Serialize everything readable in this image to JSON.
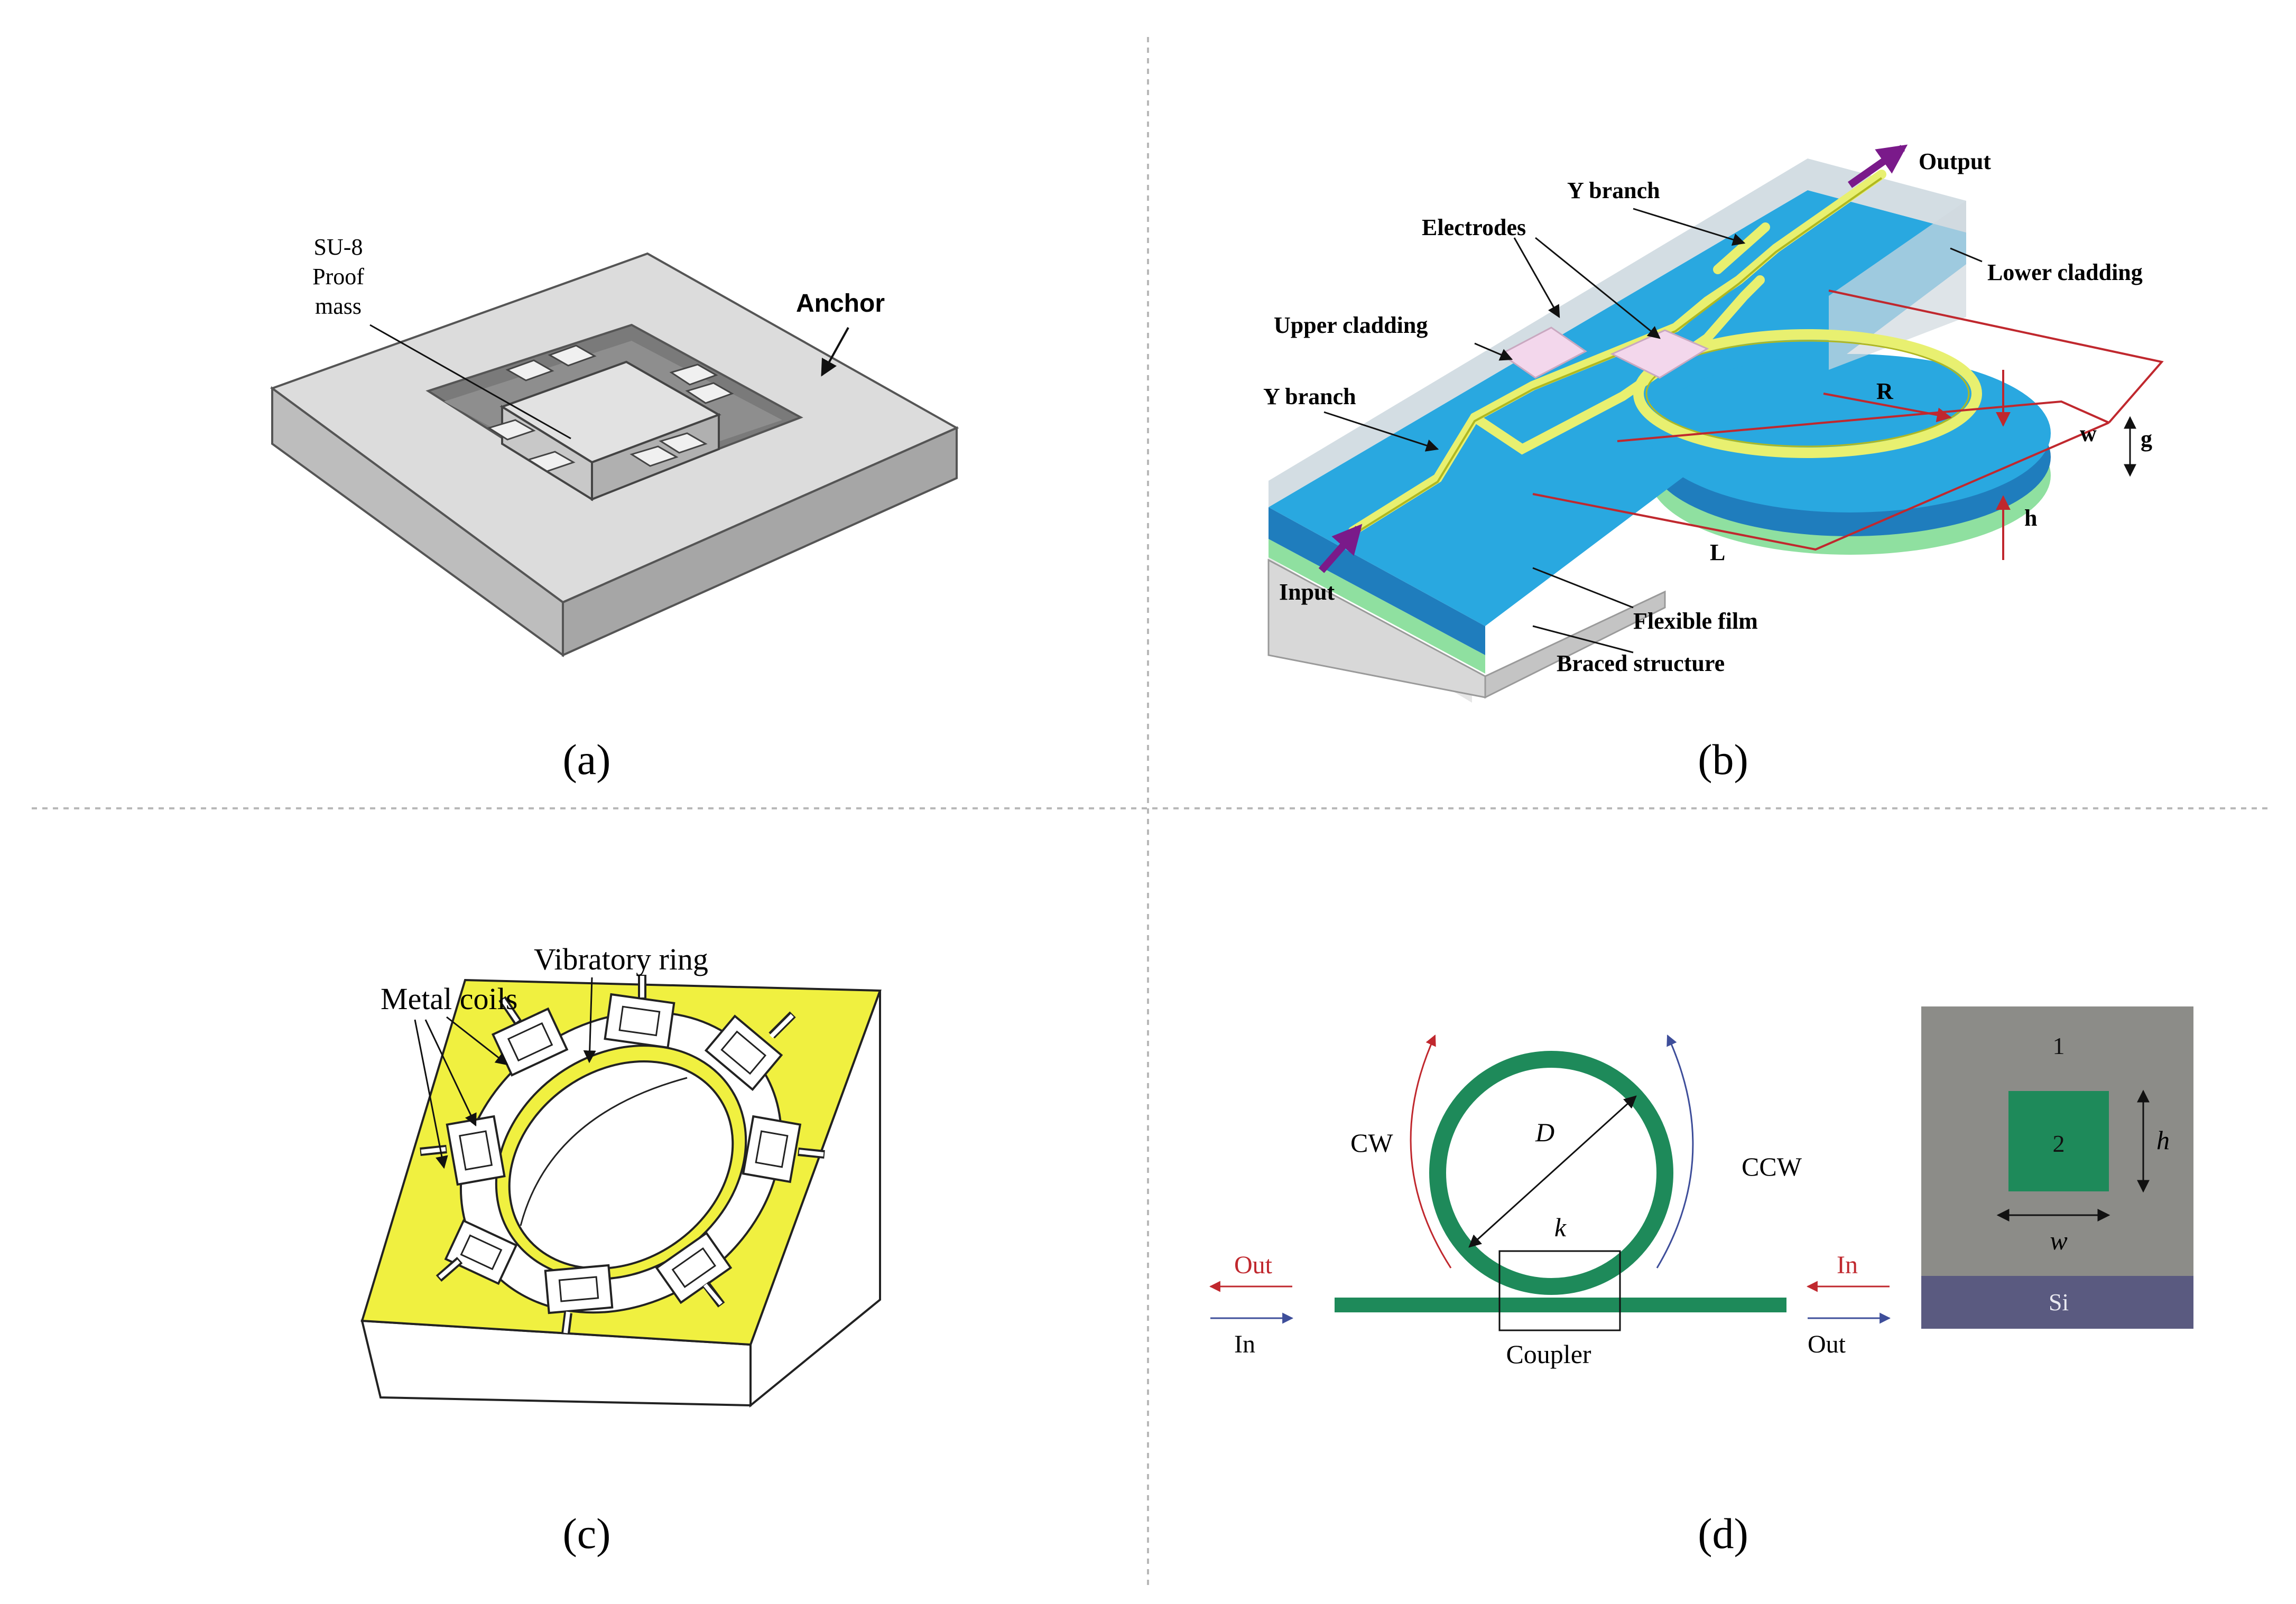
{
  "panels": {
    "a": {
      "caption": "(a)",
      "proof_mass_label": [
        "SU-8",
        "Proof",
        "mass"
      ],
      "anchor_label": "Anchor"
    },
    "b": {
      "caption": "(b)",
      "output": "Output",
      "y_branch_top": "Y branch",
      "electrodes": "Electrodes",
      "lower_cladding": "Lower cladding",
      "upper_cladding": "Upper cladding",
      "y_branch_left": "Y branch",
      "r": "R",
      "w": "w",
      "g": "g",
      "h": "h",
      "l": "L",
      "input": "Input",
      "flexible_film": "Flexible film",
      "braced_structure": "Braced structure"
    },
    "c": {
      "caption": "(c)",
      "vibratory_ring": "Vibratory ring",
      "metal_coils": "Metal coils"
    },
    "d": {
      "caption": "(d)",
      "cw": "CW",
      "ccw": "CCW",
      "d": "D",
      "k": "k",
      "out_left": "Out",
      "in_left": "In",
      "in_right": "In",
      "out_right": "Out",
      "coupler": "Coupler",
      "region_1": "1",
      "region_2": "2",
      "h": "h",
      "w": "w",
      "si": "Si"
    }
  },
  "colors": {
    "cladding_blue": "#29a8e0",
    "waveguide_yellow": "#e8f070",
    "film_green": "#8fe0a0",
    "coil_yellow": "#f0f040",
    "ring_green": "#1e8a5a",
    "cross_gray": "#8c8c88",
    "si_purple": "#5a5a80",
    "arrow_red": "#c0282e",
    "arrow_blue": "#3e4e9a",
    "arrow_purple": "#7a1a8a"
  }
}
